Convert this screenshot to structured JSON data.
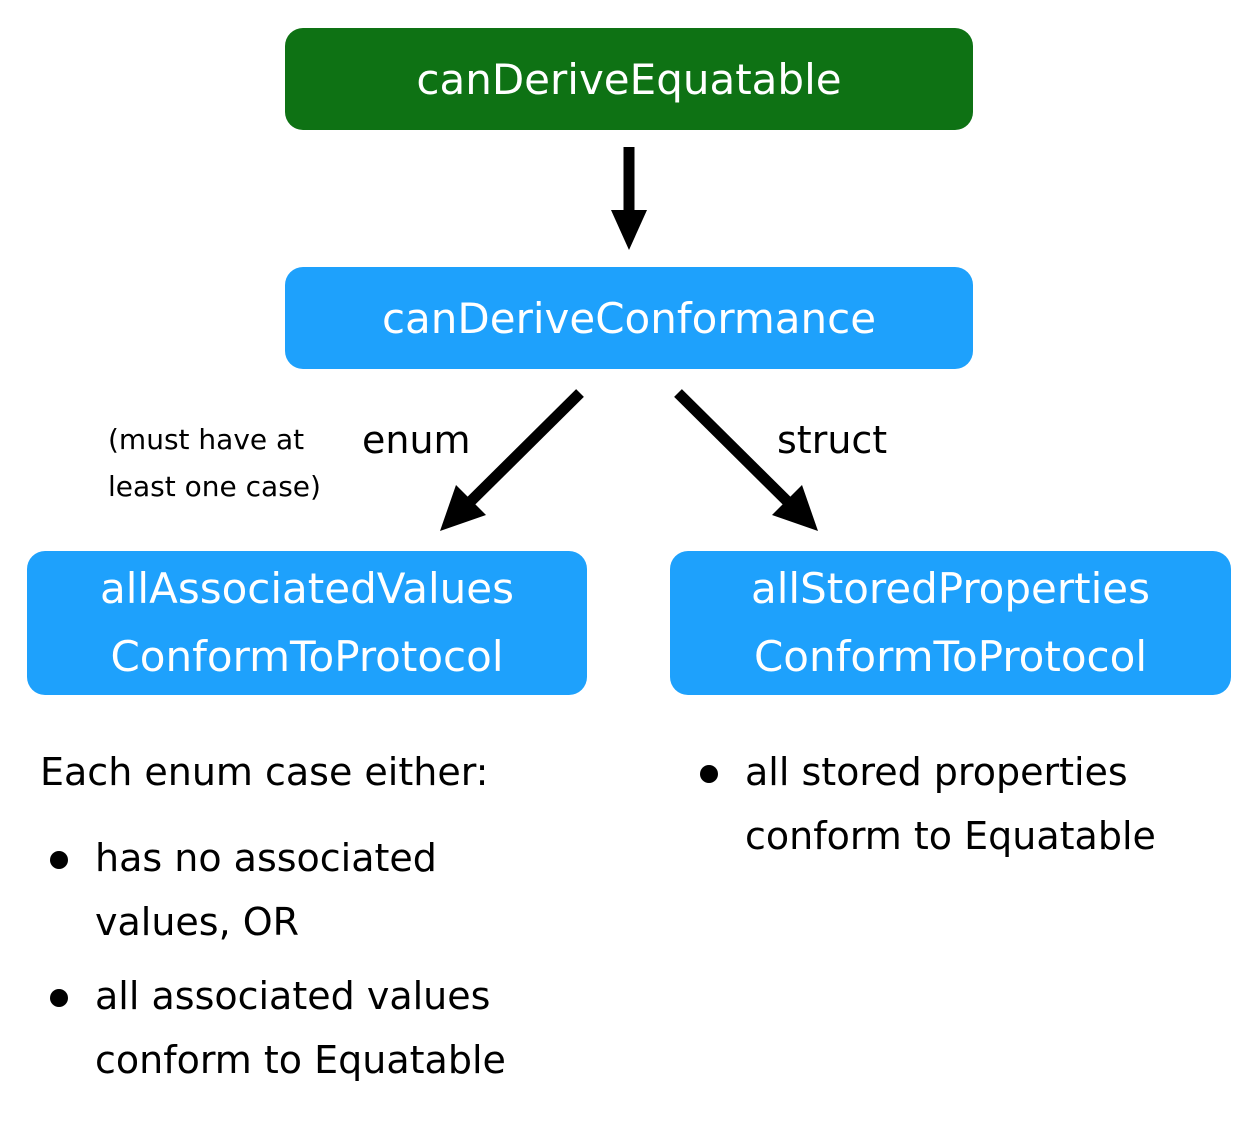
{
  "colors": {
    "root_box": "#0e7214",
    "node_box": "#1ea1fc",
    "box_text": "#ffffff",
    "arrow": "#000000"
  },
  "nodes": {
    "root": {
      "label": "canDeriveEquatable"
    },
    "derive": {
      "label": "canDeriveConformance"
    },
    "enum_node": {
      "line1": "allAssociatedValues",
      "line2": "ConformToProtocol"
    },
    "struct_node": {
      "line1": "allStoredProperties",
      "line2": "ConformToProtocol"
    }
  },
  "edges": {
    "enum_label": "enum",
    "struct_label": "struct"
  },
  "note": {
    "line1": "(must have at",
    "line2": "least one case)"
  },
  "enum_description": {
    "lead": "Each enum case either:",
    "bullets": [
      {
        "line1": "has no associated",
        "line2": "values, OR"
      },
      {
        "line1": "all associated values",
        "line2": "conform to Equatable"
      }
    ]
  },
  "struct_description": {
    "bullets": [
      {
        "line1": "all stored properties",
        "line2": "conform to Equatable"
      }
    ]
  }
}
